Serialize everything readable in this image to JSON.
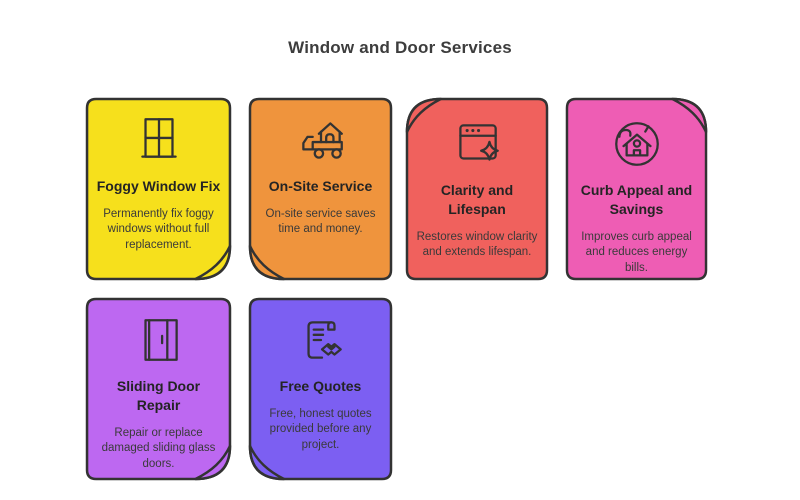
{
  "page": {
    "title": "Window and Door Services",
    "background": "#ffffff",
    "stroke_color": "#333333"
  },
  "cards": [
    {
      "title": "Foggy Window Fix",
      "description": "Permanently fix foggy windows without full replacement.",
      "color": "#F6E01C",
      "icon": "window-icon",
      "fold_corner": "bottom-right"
    },
    {
      "title": "On-Site Service",
      "description": "On-site service saves time and money.",
      "color": "#EF943D",
      "icon": "truck-house-icon",
      "fold_corner": "bottom-left"
    },
    {
      "title": "Clarity and Lifespan",
      "description": "Restores window clarity and extends lifespan.",
      "color": "#F0615D",
      "icon": "window-sparkle-icon",
      "fold_corner": "top-left"
    },
    {
      "title": "Curb Appeal and Savings",
      "description": "Improves curb appeal and reduces energy bills.",
      "color": "#EE5DB4",
      "icon": "house-globe-icon",
      "fold_corner": "top-right"
    },
    {
      "title": "Sliding Door Repair",
      "description": "Repair or replace damaged sliding glass doors.",
      "color": "#BD68F1",
      "icon": "sliding-door-icon",
      "fold_corner": "bottom-right"
    },
    {
      "title": "Free Quotes",
      "description": "Free, honest quotes provided before any project.",
      "color": "#7C5FF2",
      "icon": "document-handshake-icon",
      "fold_corner": "bottom-left"
    }
  ]
}
